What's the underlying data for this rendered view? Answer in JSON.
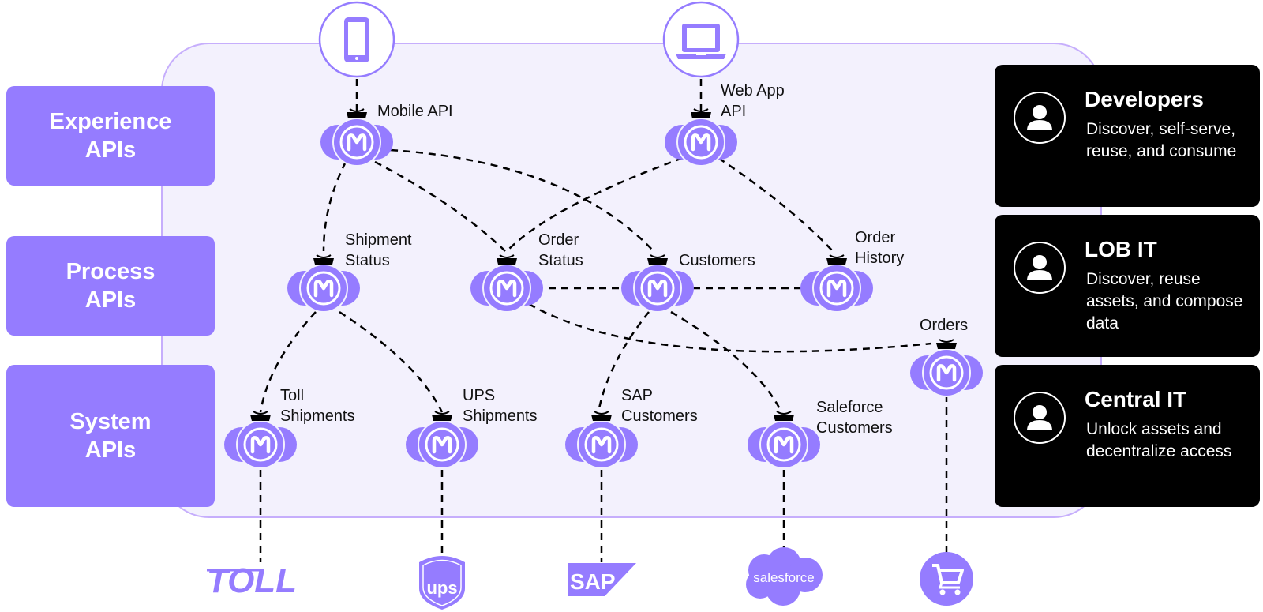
{
  "layers": [
    {
      "id": "experience",
      "line1": "Experience",
      "line2": "APIs"
    },
    {
      "id": "process",
      "line1": "Process",
      "line2": "APIs"
    },
    {
      "id": "system",
      "line1": "System",
      "line2": "APIs"
    }
  ],
  "clients": [
    {
      "id": "mobile",
      "icon": "mobile-phone-icon"
    },
    {
      "id": "web",
      "icon": "laptop-icon"
    }
  ],
  "nodes": {
    "mobile_api": {
      "line1": "Mobile API",
      "line2": ""
    },
    "web_app_api": {
      "line1": "Web App",
      "line2": "API"
    },
    "shipment_status": {
      "line1": "Shipment",
      "line2": "Status"
    },
    "order_status": {
      "line1": "Order",
      "line2": "Status"
    },
    "customers": {
      "line1": "Customers",
      "line2": ""
    },
    "order_history": {
      "line1": "Order",
      "line2": "History"
    },
    "orders": {
      "line1": "Orders",
      "line2": ""
    },
    "toll_shipments": {
      "line1": "Toll",
      "line2": "Shipments"
    },
    "ups_shipments": {
      "line1": "UPS",
      "line2": "Shipments"
    },
    "sap_customers": {
      "line1": "SAP",
      "line2": "Customers"
    },
    "salesforce_customers": {
      "line1": "Saleforce",
      "line2": "Customers"
    }
  },
  "systems": {
    "toll": "TOLL",
    "ups": "ups",
    "sap": "SAP",
    "salesforce": "salesforce",
    "cart": "shopping-cart-icon"
  },
  "personas": [
    {
      "title": "Developers",
      "desc": "Discover, self-serve, reuse, and consume"
    },
    {
      "title": "LOB IT",
      "desc": "Discover, reuse assets, and compose data"
    },
    {
      "title": "Central IT",
      "desc": "Unlock assets and decentralize access"
    }
  ],
  "colors": {
    "accent": "#957cff",
    "panel_bg": "#f3f1fd",
    "panel_border": "#c6aefc",
    "persona_bg": "#000000"
  }
}
